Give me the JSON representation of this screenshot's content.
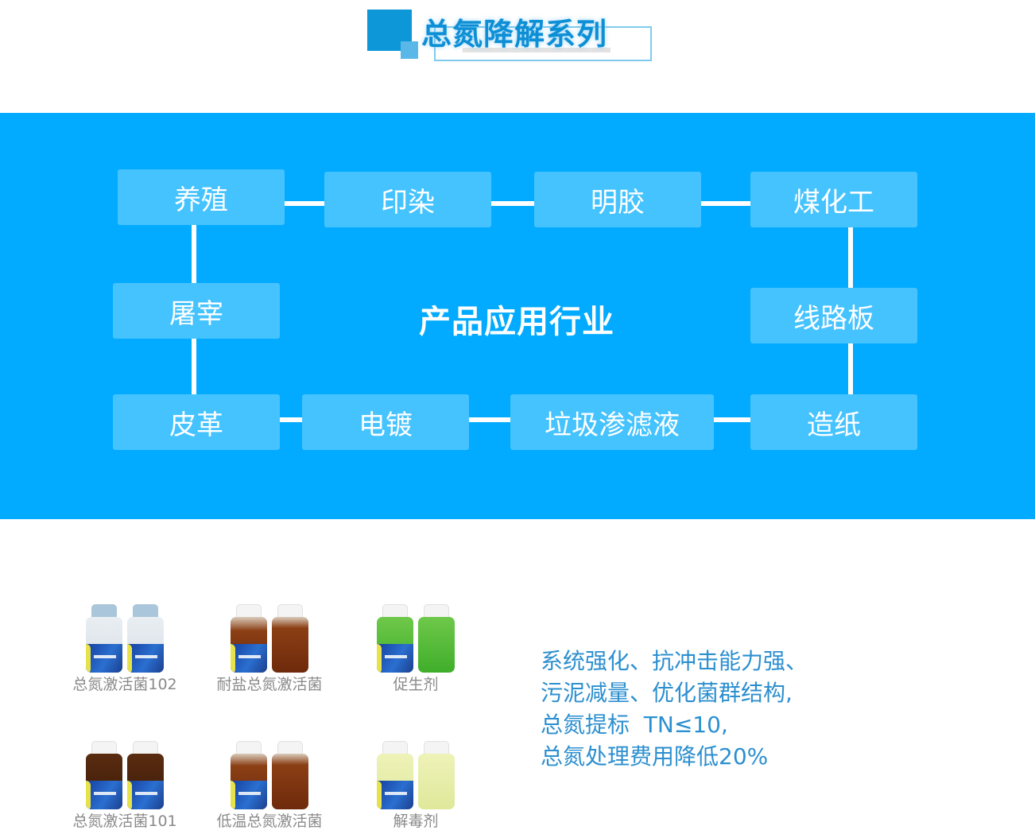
{
  "header": {
    "title": "总氮降解系列"
  },
  "industries": {
    "center_title": "产品应用行业",
    "nodes": [
      {
        "label": "养殖"
      },
      {
        "label": "印染"
      },
      {
        "label": "明胶"
      },
      {
        "label": "煤化工"
      },
      {
        "label": "屠宰"
      },
      {
        "label": "线路板"
      },
      {
        "label": "皮革"
      },
      {
        "label": "电镀"
      },
      {
        "label": "垃圾渗滤液"
      },
      {
        "label": "造纸"
      }
    ]
  },
  "products": [
    {
      "name": "总氮激活菌102",
      "liquid": "clear-white",
      "cap": "light-blue"
    },
    {
      "name": "耐盐总氮激活菌",
      "liquid": "brown",
      "cap": "white"
    },
    {
      "name": "促生剂",
      "liquid": "green",
      "cap": "white"
    },
    {
      "name": "总氮激活菌101",
      "liquid": "dark-brown",
      "cap": "white"
    },
    {
      "name": "低温总氮激活菌",
      "liquid": "brown",
      "cap": "white"
    },
    {
      "name": "解毒剂",
      "liquid": "pale-yellow",
      "cap": "white"
    }
  ],
  "description": {
    "lines": [
      "系统强化、抗冲击能力强、",
      "污泥减量、优化菌群结构,",
      "总氮提标  TN≤10,",
      "总氮处理费用降低20%"
    ]
  },
  "colors": {
    "band": "#02abff",
    "node": "#45c3ff",
    "title": "#0d8fd6",
    "desc_text": "#2c8fcf",
    "caption_text": "#8a8a8a"
  }
}
